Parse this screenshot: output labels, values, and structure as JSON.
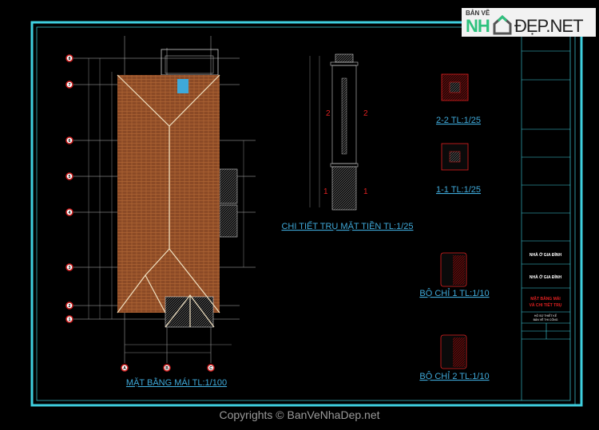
{
  "logo": {
    "small": "BẢN VẼ",
    "brand_left": "NH",
    "brand_right": "ĐẸP.NET",
    "brand_color": "#2ec27e"
  },
  "drawings": {
    "roof_plan_title": "MẶT BẰNG MÁI TL:1/100",
    "column_title": "CHI TIẾT TRỤ MẶT TIỀN TL:1/25",
    "section_22_title": "2-2 TL:1/25",
    "section_11_title": "1-1 TL:1/25",
    "bochi1_title": "BỘ CHỈ 1 TL:1/10",
    "bochi2_title": "BỘ CHỈ 2 TL:1/10",
    "section_marks": [
      "2",
      "2",
      "1",
      "1"
    ]
  },
  "grid": {
    "rows": [
      "8",
      "7",
      "6",
      "5",
      "4",
      "3",
      "2",
      "1"
    ],
    "columns": [
      "A",
      "B",
      "C"
    ]
  },
  "title_block": {
    "project_name": "NHÀ Ở GIA ĐÌNH",
    "item_name": "NHÀ Ở GIA ĐÌNH",
    "drawing_name_line1": "MẶT BẰNG MÁI",
    "drawing_name_line2": "VÀ CHI TIẾT TRỤ",
    "stage_line1": "HỒ SƠ THIẾT KẾ",
    "stage_line2": "BẢN VẼ THI CÔNG"
  },
  "colors": {
    "frame": "#3fd0e0",
    "roof": "#8b4a26",
    "dimension": "#22ee22",
    "grid_bubble": "#d02020",
    "title": "#3fa9d9"
  },
  "footer": {
    "copyright": "Copyrights © BanVeNhaDep.net"
  }
}
